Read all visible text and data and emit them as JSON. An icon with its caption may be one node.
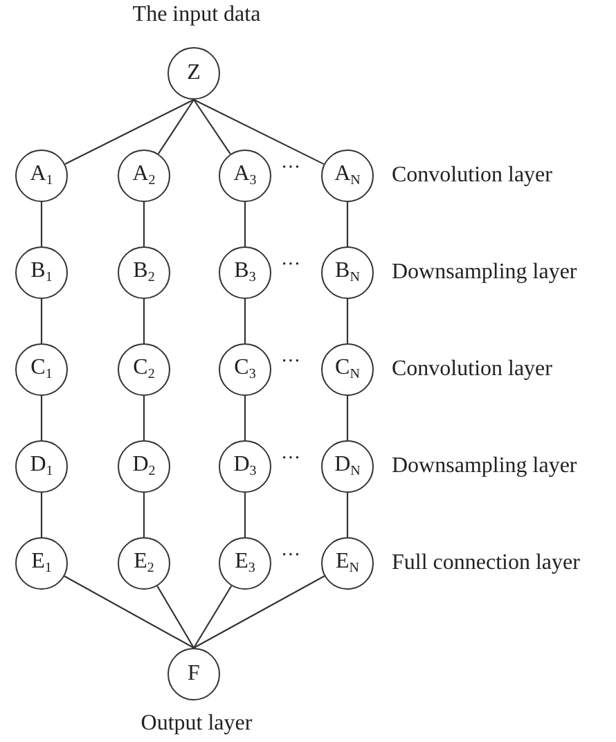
{
  "diagram": {
    "nodes": [
      {
        "text": [
          "Z"
        ],
        "beside": [
          "The input data"
        ]
      },
      {
        "text": [
          "A$_{1}$"
        ]
      },
      {
        "text": [
          "A$_{2}$"
        ]
      },
      {
        "text": [
          "A$_{3}$"
        ]
      },
      {
        "text": [
          "A$_{N}$"
        ]
      },
      {
        "text": [
          "B$_{1}$"
        ]
      },
      {
        "text": [
          "B$_{2}$"
        ]
      },
      {
        "text": [
          "B$_{3}$"
        ]
      },
      {
        "text": [
          "B$_{N}$"
        ]
      },
      {
        "text": [
          "C$_{1}$"
        ]
      },
      {
        "text": [
          "C$_{2}$"
        ]
      },
      {
        "text": [
          "C$_{3}$"
        ]
      },
      {
        "text": [
          "C$_{N}$"
        ]
      },
      {
        "text": [
          "D$_{1}$"
        ]
      },
      {
        "text": [
          "D$_{2}$"
        ]
      },
      {
        "text": [
          "D$_{3}$"
        ]
      },
      {
        "text": [
          "D$_{N}$"
        ]
      },
      {
        "text": [
          "E$_{1}$"
        ]
      },
      {
        "text": [
          "E$_{2}$"
        ]
      },
      {
        "text": [
          "E$_{3}$"
        ]
      },
      {
        "text": [
          "E$_{N}$"
        ]
      },
      {
        "text": [
          "F"
        ],
        "beside": [
          "Output layer"
        ]
      }
    ],
    "edges": [
      {
        "from": 0,
        "to": 1,
        "arrow": "none"
      },
      {
        "from": 0,
        "to": 2,
        "arrow": "none"
      },
      {
        "from": 0,
        "to": 3,
        "arrow": "none"
      },
      {
        "from": 0,
        "to": 4,
        "arrow": "none"
      },
      {
        "from": 1,
        "to": 5,
        "arrow": "none"
      },
      {
        "from": 2,
        "to": 6,
        "arrow": "none"
      },
      {
        "from": 3,
        "to": 7,
        "arrow": "none"
      },
      {
        "from": 4,
        "to": 8,
        "arrow": "none"
      },
      {
        "from": 5,
        "to": 9,
        "arrow": "none"
      },
      {
        "from": 6,
        "to": 10,
        "arrow": "none"
      },
      {
        "from": 7,
        "to": 11,
        "arrow": "none"
      },
      {
        "from": 8,
        "to": 12,
        "arrow": "none"
      },
      {
        "from": 9,
        "to": 13,
        "arrow": "none"
      },
      {
        "from": 10,
        "to": 14,
        "arrow": "none"
      },
      {
        "from": 11,
        "to": 15,
        "arrow": "none"
      },
      {
        "from": 12,
        "to": 16,
        "arrow": "none"
      },
      {
        "from": 13,
        "to": 17,
        "arrow": "none"
      },
      {
        "from": 14,
        "to": 18,
        "arrow": "none"
      },
      {
        "from": 15,
        "to": 19,
        "arrow": "none"
      },
      {
        "from": 16,
        "to": 20,
        "arrow": "none"
      },
      {
        "from": 17,
        "to": 21,
        "arrow": "none"
      },
      {
        "from": 18,
        "to": 21,
        "arrow": "none"
      },
      {
        "from": 19,
        "to": 21,
        "arrow": "none"
      },
      {
        "from": 20,
        "to": 21,
        "arrow": "none"
      }
    ],
    "labels": [
      "···",
      "Convolution layer",
      "···",
      "Downsampling layer",
      "···",
      "Convolution layer",
      "···",
      "Downsampling layer",
      "···",
      "Full connection layer"
    ]
  }
}
